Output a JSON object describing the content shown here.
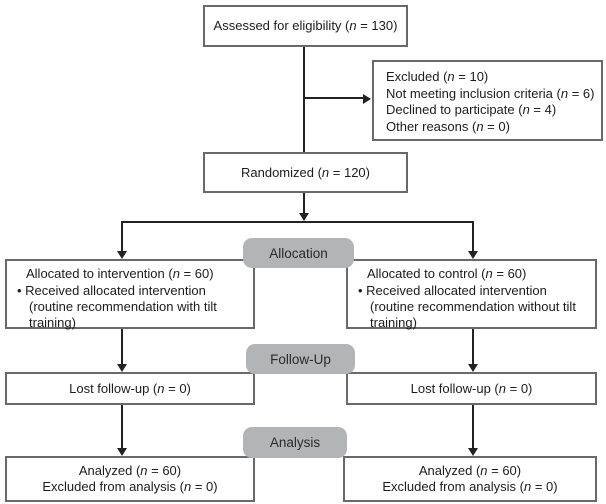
{
  "palette": {
    "background": "#ffffff",
    "box_border": "#696969",
    "connector_line": "#222222",
    "stage_pill_bg": "#b2b4b6",
    "stage_pill_text": "#2a2a2a",
    "text": "#1c1c1c"
  },
  "flowchart": {
    "assessed": "Assessed for eligibility (n = 130)",
    "excluded": {
      "lines": [
        "Excluded (n = 10)",
        "Not meeting inclusion criteria (n = 6)",
        "Declined to participate (n = 4)",
        "Other reasons (n = 0)"
      ]
    },
    "randomized": "Randomized (n = 120)",
    "stages": {
      "allocation": "Allocation",
      "follow_up": "Follow-Up",
      "analysis": "Analysis"
    },
    "allocation_left": {
      "title": "Allocated to intervention (n = 60)",
      "bullet": "• Received allocated intervention (routine recommendation with tilt training)"
    },
    "allocation_right": {
      "title": "Allocated to control (n = 60)",
      "bullet": "• Received allocated intervention (routine recommendation without tilt training)"
    },
    "followup_left": "Lost follow-up (n = 0)",
    "followup_right": "Lost follow-up (n = 0)",
    "analysis_left": {
      "line1": "Analyzed (n = 60)",
      "line2": "Excluded from analysis (n = 0)"
    },
    "analysis_right": {
      "line1": "Analyzed (n = 60)",
      "line2": "Excluded from analysis (n = 0)"
    }
  }
}
